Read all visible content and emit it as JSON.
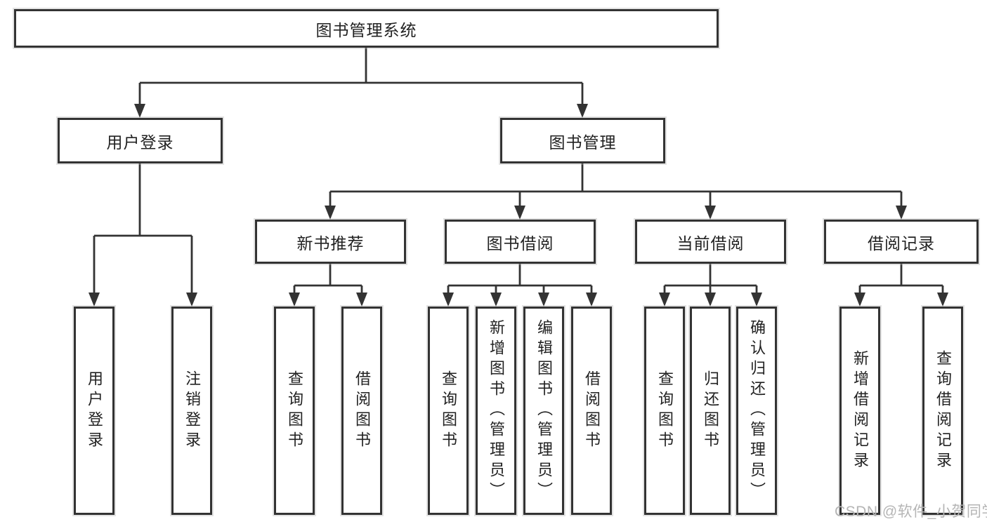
{
  "diagram": {
    "root": {
      "label": "图书管理系统",
      "children": [
        {
          "label": "用户登录",
          "children": [
            {
              "label": "用户登录"
            },
            {
              "label": "注销登录"
            }
          ]
        },
        {
          "label": "图书管理",
          "children": [
            {
              "label": "新书推荐",
              "children": [
                {
                  "label": "查询图书"
                },
                {
                  "label": "借阅图书"
                }
              ]
            },
            {
              "label": "图书借阅",
              "children": [
                {
                  "label": "查询图书"
                },
                {
                  "label": "新增图书（管理员）"
                },
                {
                  "label": "编辑图书（管理员）"
                },
                {
                  "label": "借阅图书"
                }
              ]
            },
            {
              "label": "当前借阅",
              "children": [
                {
                  "label": "查询图书"
                },
                {
                  "label": "归还图书"
                },
                {
                  "label": "确认归还（管理员）"
                }
              ]
            },
            {
              "label": "借阅记录",
              "children": [
                {
                  "label": "新增借阅记录"
                },
                {
                  "label": "查询借阅记录"
                }
              ]
            }
          ]
        }
      ]
    },
    "watermark": "CSDN @软件_小贺同学",
    "colors": {
      "line": "#333333",
      "text": "#222222",
      "background": "#ffffff",
      "watermark": "#b5b5b5"
    }
  }
}
